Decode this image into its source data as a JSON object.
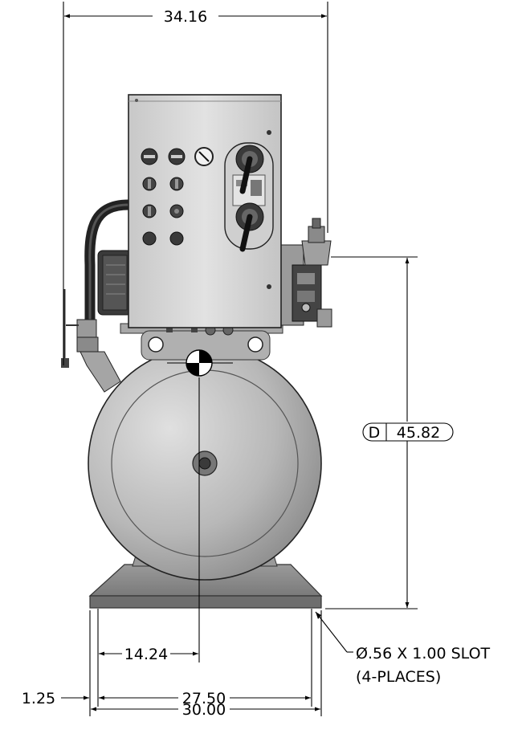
{
  "dimensions": {
    "overall_width": "34.16",
    "height": "45.82",
    "height_prefix": "D",
    "offset_center": "14.24",
    "edge_offset": "1.25",
    "slot_spacing": "27.50",
    "base_width": "30.00"
  },
  "callout": {
    "slot_note": "Ø.56 X 1.00 SLOT",
    "places_note": "(4-PLACES)"
  },
  "colors": {
    "metal": "#b4b4b4",
    "metal_dark": "#7a7a7a",
    "base_plate": "#8c8c8c",
    "panel": "#d6d6d6",
    "hose": "#2b2b2b"
  }
}
